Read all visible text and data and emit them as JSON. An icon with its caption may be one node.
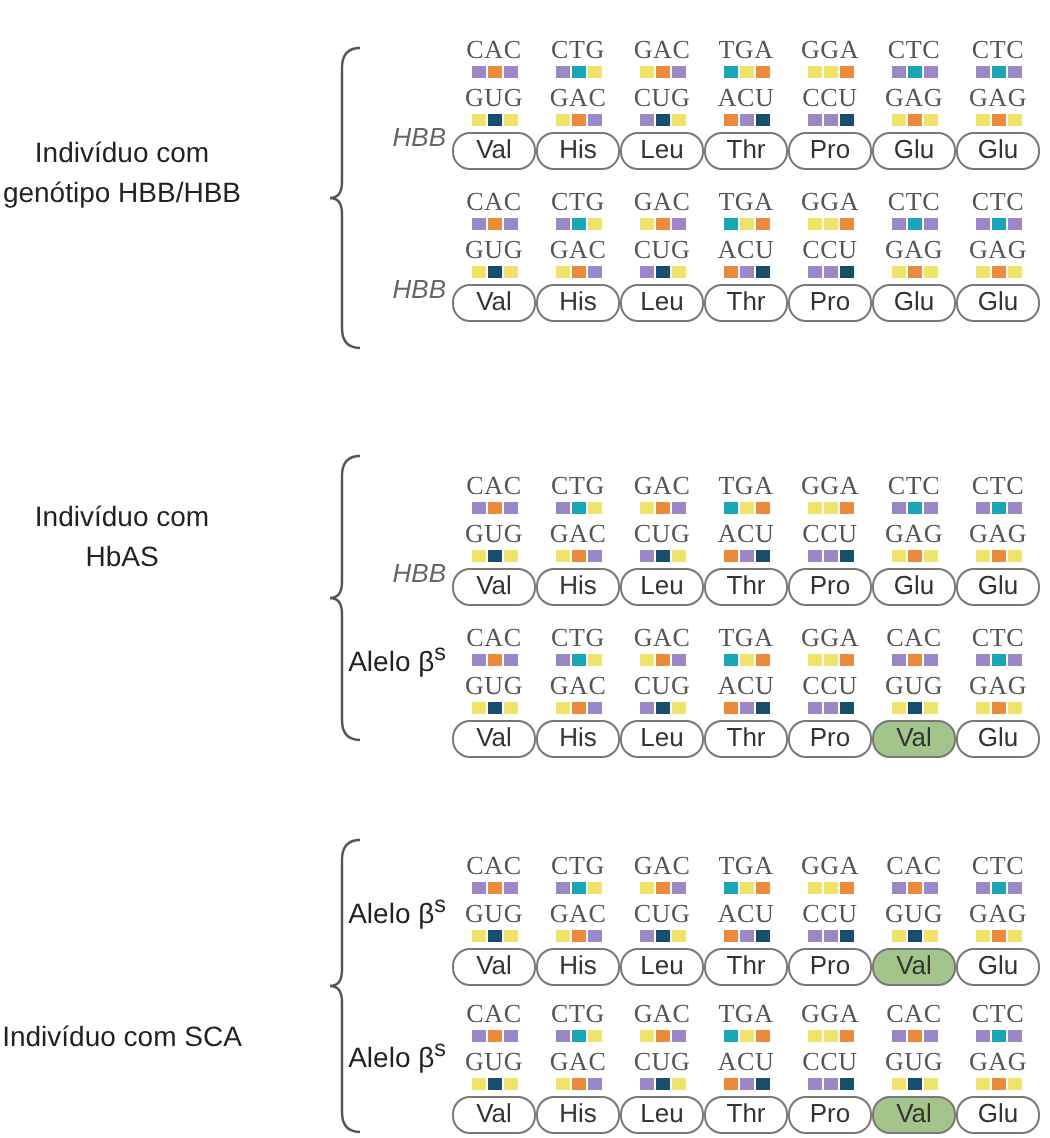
{
  "diagram": {
    "nodes": [
      {
        "text": [
          "Val"
        ]
      },
      {
        "text": [
          "His"
        ]
      },
      {
        "text": [
          "Leu"
        ]
      },
      {
        "text": [
          "Thr"
        ]
      },
      {
        "text": [
          "Pro"
        ]
      },
      {
        "text": [
          "Glu"
        ]
      },
      {
        "text": [
          "Glu"
        ]
      },
      {
        "text": [
          "Val"
        ]
      },
      {
        "text": [
          "His"
        ]
      },
      {
        "text": [
          "Leu"
        ]
      },
      {
        "text": [
          "Thr"
        ]
      },
      {
        "text": [
          "Pro"
        ]
      },
      {
        "text": [
          "Glu"
        ]
      },
      {
        "text": [
          "Glu"
        ]
      },
      {
        "text": [
          "Val"
        ]
      },
      {
        "text": [
          "His"
        ]
      },
      {
        "text": [
          "Leu"
        ]
      },
      {
        "text": [
          "Thr"
        ]
      },
      {
        "text": [
          "Pro"
        ]
      },
      {
        "text": [
          "Glu"
        ]
      },
      {
        "text": [
          "Glu"
        ]
      },
      {
        "text": [
          "Val"
        ]
      },
      {
        "text": [
          "His"
        ]
      },
      {
        "text": [
          "Leu"
        ]
      },
      {
        "text": [
          "Thr"
        ]
      },
      {
        "text": [
          "Pro"
        ]
      },
      {
        "text": [
          "Val"
        ]
      },
      {
        "text": [
          "Glu"
        ]
      },
      {
        "text": [
          "Val"
        ]
      },
      {
        "text": [
          "His"
        ]
      },
      {
        "text": [
          "Leu"
        ]
      },
      {
        "text": [
          "Thr"
        ]
      },
      {
        "text": [
          "Pro"
        ]
      },
      {
        "text": [
          "Val"
        ]
      },
      {
        "text": [
          "Glu"
        ]
      },
      {
        "text": [
          "Val"
        ]
      },
      {
        "text": [
          "His"
        ]
      },
      {
        "text": [
          "Leu"
        ]
      },
      {
        "text": [
          "Thr"
        ]
      },
      {
        "text": [
          "Pro"
        ]
      },
      {
        "text": [
          "Val"
        ]
      },
      {
        "text": [
          "Glu"
        ]
      }
    ],
    "labels": [
      "Indivíduo com genótipo HBB/HBB",
      "HBB",
      "CAC",
      "CTG",
      "GAC",
      "TGA",
      "GGA",
      "CTC",
      "CTC",
      "GUG",
      "GAC",
      "CUG",
      "ACU",
      "CCU",
      "GAG",
      "GAG",
      "HBB",
      "CAC",
      "CTG",
      "GAC",
      "TGA",
      "GGA",
      "CTC",
      "CTC",
      "GUG",
      "GAC",
      "CUG",
      "ACU",
      "CCU",
      "GAG",
      "GAG",
      "Indivíduo com HbAS",
      "HBB",
      "CAC",
      "CTG",
      "GAC",
      "TGA",
      "GGA",
      "CTC",
      "CTC",
      "GUG",
      "GAC",
      "CUG",
      "ACU",
      "CCU",
      "GAG",
      "GAG",
      "Alelo β$^{s}$",
      "CAC",
      "CTG",
      "GAC",
      "TGA",
      "GGA",
      "CAC",
      "CTC",
      "GUG",
      "GAC",
      "CUG",
      "ACU",
      "CCU",
      "GUG",
      "GAG",
      "Indivíduo com SCA",
      "Alelo β$^{s}$",
      "CAC",
      "CTG",
      "GAC",
      "TGA",
      "GGA",
      "CAC",
      "CTC",
      "GUG",
      "GAC",
      "CUG",
      "ACU",
      "CCU",
      "GUG",
      "GAG",
      "Alelo β$^{s}$",
      "CAC",
      "CTG",
      "GAC",
      "TGA",
      "GGA",
      "CAC",
      "CTC",
      "GUG",
      "GAC",
      "CUG",
      "ACU",
      "CCU",
      "GUG",
      "GAG"
    ]
  }
}
